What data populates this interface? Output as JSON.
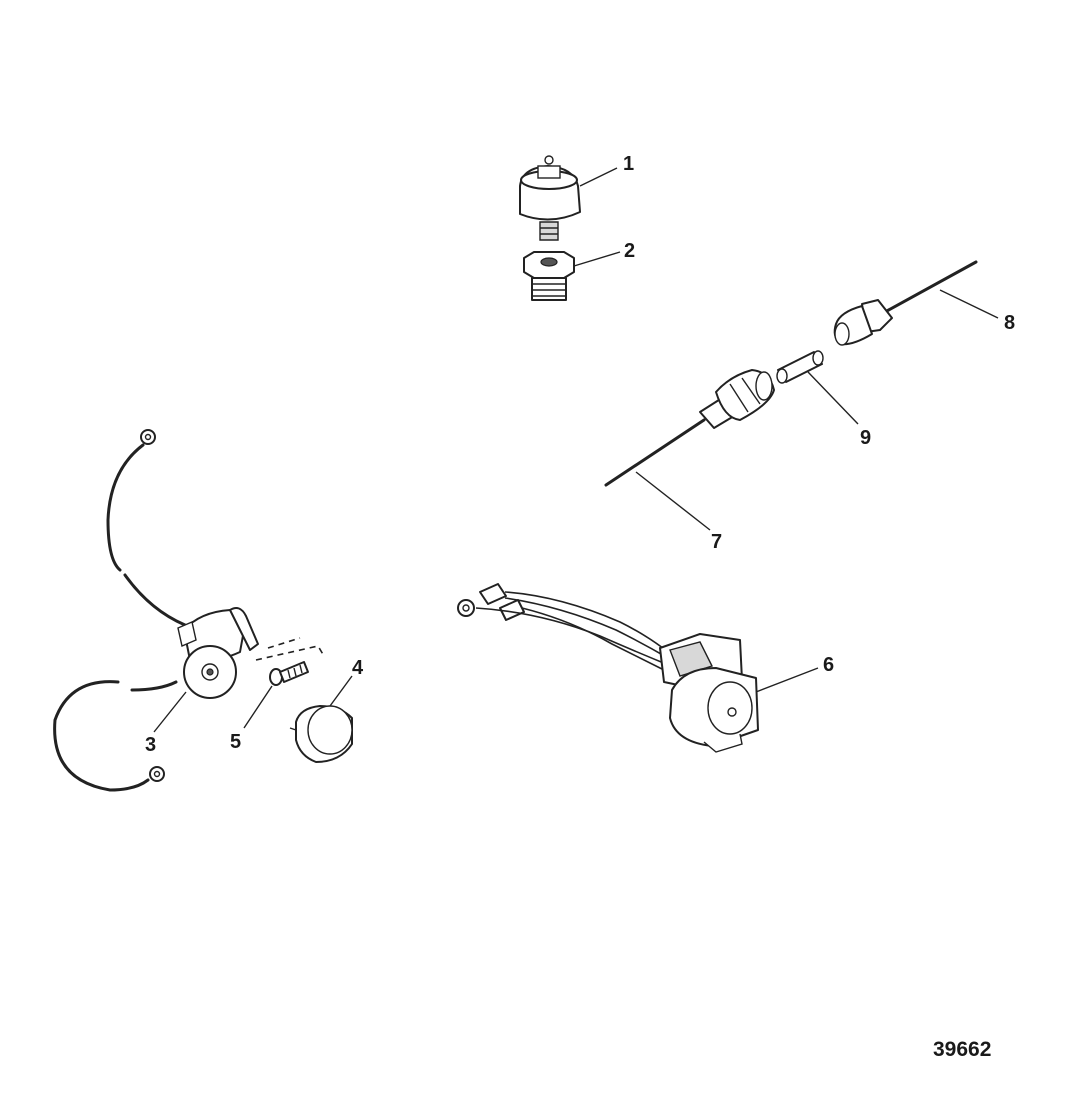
{
  "callouts": {
    "c1": "1",
    "c2": "2",
    "c3": "3",
    "c4": "4",
    "c5": "5",
    "c6": "6",
    "c7": "7",
    "c8": "8",
    "c9": "9"
  },
  "drawing_number": "39662"
}
